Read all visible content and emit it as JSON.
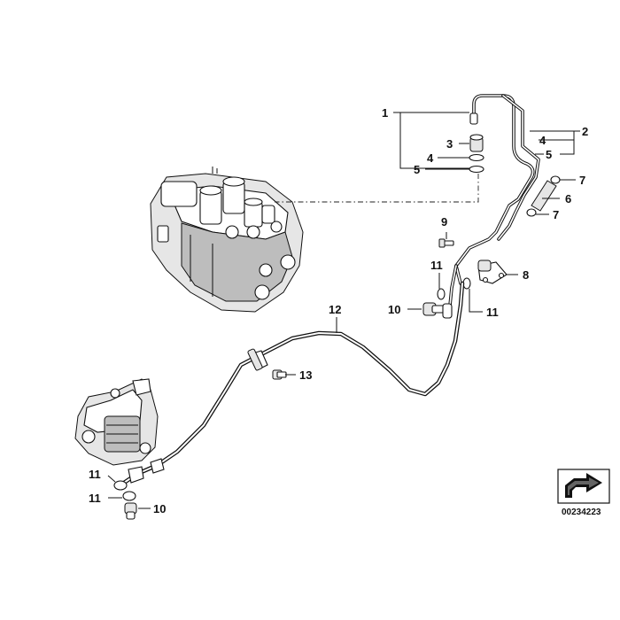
{
  "diagram_code": "00234223",
  "callouts": {
    "c1": "1",
    "c2": "2",
    "c3": "3",
    "c4a": "4",
    "c4b": "4",
    "c5a": "5",
    "c5b": "5",
    "c6": "6",
    "c7a": "7",
    "c7b": "7",
    "c8": "8",
    "c9": "9",
    "c10a": "10",
    "c10b": "10",
    "c11a": "11",
    "c11b": "11",
    "c11c": "11",
    "c11d": "11",
    "c12": "12",
    "c13": "13"
  },
  "icons": {
    "badge": "arrow-box-icon"
  }
}
